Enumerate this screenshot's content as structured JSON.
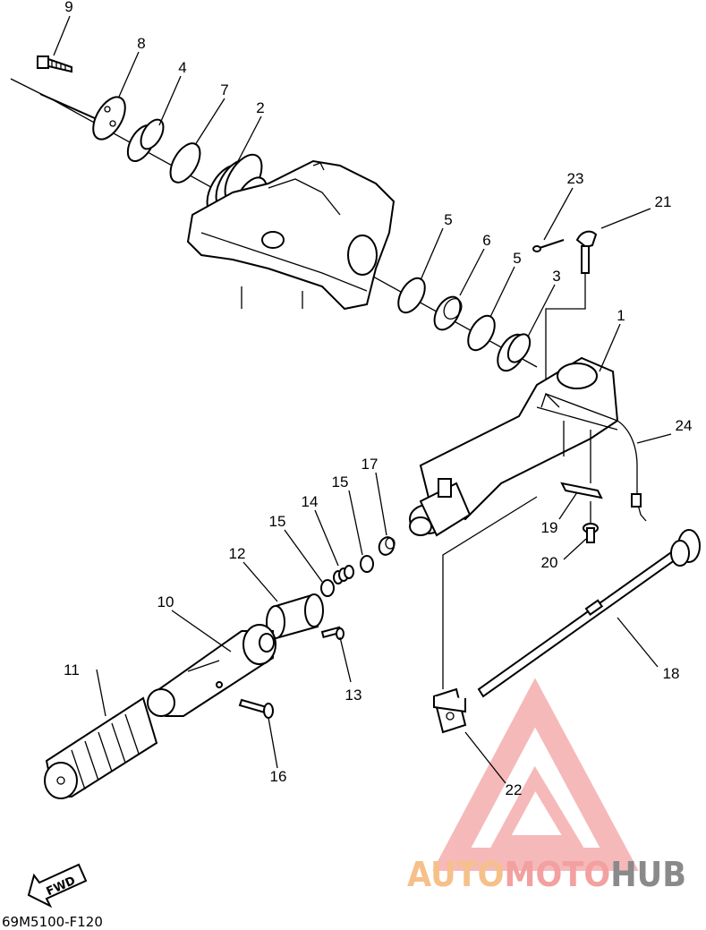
{
  "diagram": {
    "callouts": {
      "c1": "1",
      "c2": "2",
      "c3": "3",
      "c4": "4",
      "c5a": "5",
      "c5b": "5",
      "c6": "6",
      "c7": "7",
      "c8": "8",
      "c9": "9",
      "c10": "10",
      "c11": "11",
      "c12": "12",
      "c13": "13",
      "c14": "14",
      "c15a": "15",
      "c15b": "15",
      "c16": "16",
      "c17": "17",
      "c18": "18",
      "c19": "19",
      "c20": "20",
      "c21": "21",
      "c22": "22",
      "c23": "23",
      "c24": "24"
    },
    "fwd_label": "FWD",
    "ref_code": "69M5100-F120"
  },
  "watermark": {
    "part1": "AUTO",
    "part2": "MOTO",
    "part3": "HUB",
    "colors": {
      "auto": "#f6c08a",
      "moto": "#f3a0a0",
      "hub": "#8a8a8a",
      "triangle": "#f2a0a0"
    }
  }
}
